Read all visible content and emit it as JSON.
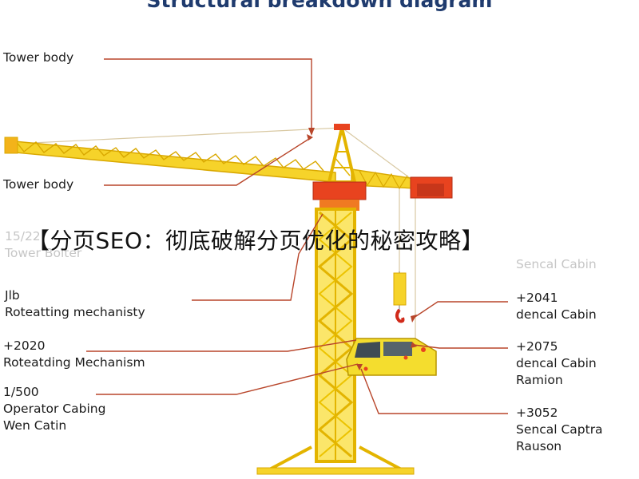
{
  "title": "Structural breakdown diagram",
  "banner": "【分页SEO：彻底破解分页优化的秘密攻略】",
  "labels_left": [
    {
      "line1": "Tower body"
    },
    {
      "line1": "Tower body"
    },
    {
      "line1": "15/22",
      "line2": "Tower Bolter"
    },
    {
      "line1": "Jlb",
      "line2": "Roteatting mechanisty"
    },
    {
      "line1": "+2020",
      "line2": "Roteatding Mechanism"
    },
    {
      "line1": "1/500",
      "line2": "Operator Cabing",
      "line3": "Wen Catin"
    }
  ],
  "labels_right": [
    {
      "line1": "Sencal Cabin"
    },
    {
      "line1": "+2041",
      "line2": "dencal Cabin"
    },
    {
      "line1": "+2075",
      "line2": "dencal Cabin",
      "line3": "Ramion"
    },
    {
      "line1": "+3052",
      "line2": "Sencal Captra",
      "line3": "Rauson"
    }
  ],
  "colors": {
    "steel": "#f6d32a",
    "steel_edge": "#d9a800",
    "slew": "#e8431f",
    "leader": "#b8452a",
    "cable": "#d9c9a3",
    "title": "#1f3b6e"
  }
}
